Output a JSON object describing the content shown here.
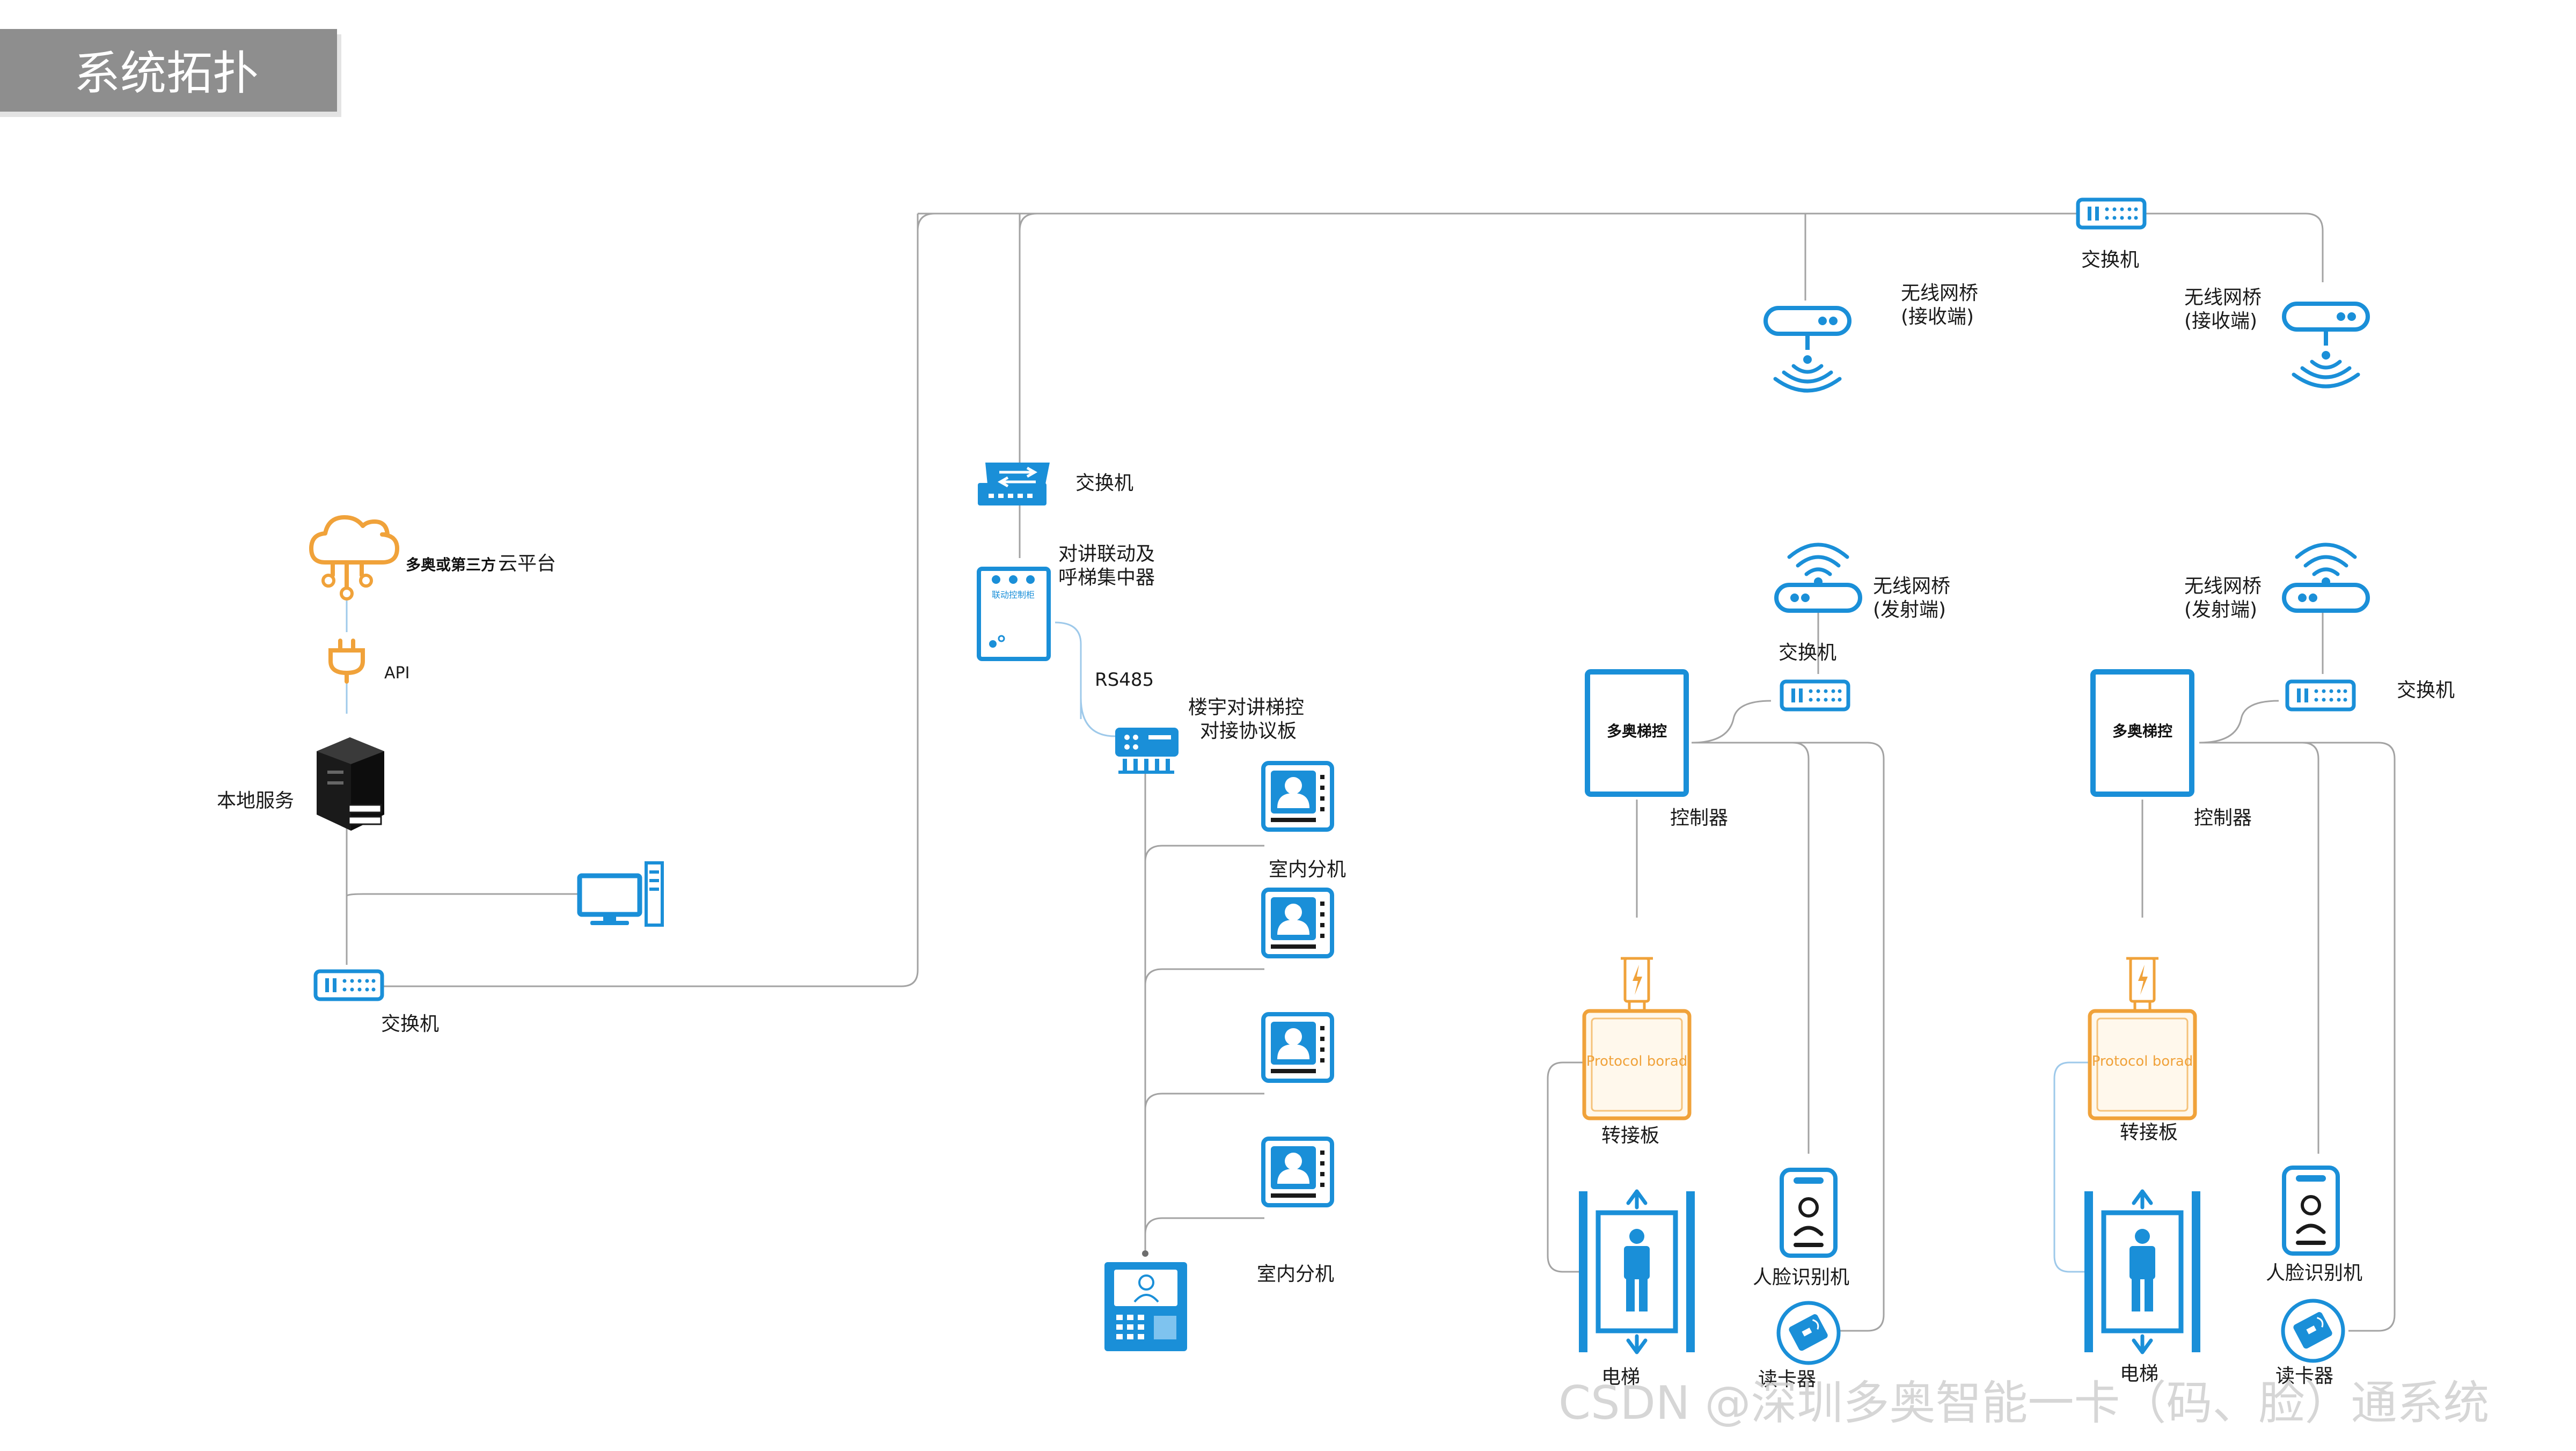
{
  "header": {
    "title": "系统拓扑"
  },
  "watermark": "CSDN @深圳多奥智能一卡（码、脸）通系统",
  "colors": {
    "accent": "#1a8fd8",
    "cloud": "#f0a23a",
    "header_bg": "#8e8e8e",
    "wire": "#a3a3a3"
  },
  "cloud": {
    "label_bold": "多奥或第三方",
    "label_rest": "云平台",
    "icon": "cloud-network-icon"
  },
  "api": {
    "label": "API",
    "icon": "plug-icon"
  },
  "local_server": {
    "label": "本地服务",
    "icon": "server-icon"
  },
  "pc": {
    "icon": "desktop-computer-icon"
  },
  "left_switch": {
    "label": "交换机",
    "icon": "switch-icon"
  },
  "top_switch": {
    "label": "交换机",
    "icon": "switch-icon"
  },
  "bridges_rx": [
    {
      "line1": "无线网桥",
      "line2": "(接收端)",
      "icon": "wireless-bridge-receiver-icon"
    },
    {
      "line1": "无线网桥",
      "line2": "(接收端)",
      "icon": "wireless-bridge-receiver-icon"
    }
  ],
  "intercom": {
    "switch_label": "交换机",
    "concentrator_line1": "对讲联动及",
    "concentrator_line2": "呼梯集中器",
    "concentrator_panel_text": "联动控制柜",
    "rs485_label": "RS485",
    "board_line1": "楼宇对讲梯控",
    "board_line2": "对接协议板",
    "indoor_label_1": "室内分机",
    "indoor_label_2": "室内分机"
  },
  "systems": [
    {
      "bridge_tx_line1": "无线网桥",
      "bridge_tx_line2": "(发射端)",
      "switch_label": "交换机",
      "controller_text": "多奥梯控",
      "controller_label": "控制器",
      "board_text": "Protocol borad",
      "board_label": "转接板",
      "elevator_label": "电梯",
      "face_label": "人脸识别机",
      "reader_label": "读卡器"
    },
    {
      "bridge_tx_line1": "无线网桥",
      "bridge_tx_line2": "(发射端)",
      "switch_label": "交换机",
      "controller_text": "多奥梯控",
      "controller_label": "控制器",
      "board_text": "Protocol borad",
      "board_label": "转接板",
      "elevator_label": "电梯",
      "face_label": "人脸识别机",
      "reader_label": "读卡器"
    }
  ]
}
